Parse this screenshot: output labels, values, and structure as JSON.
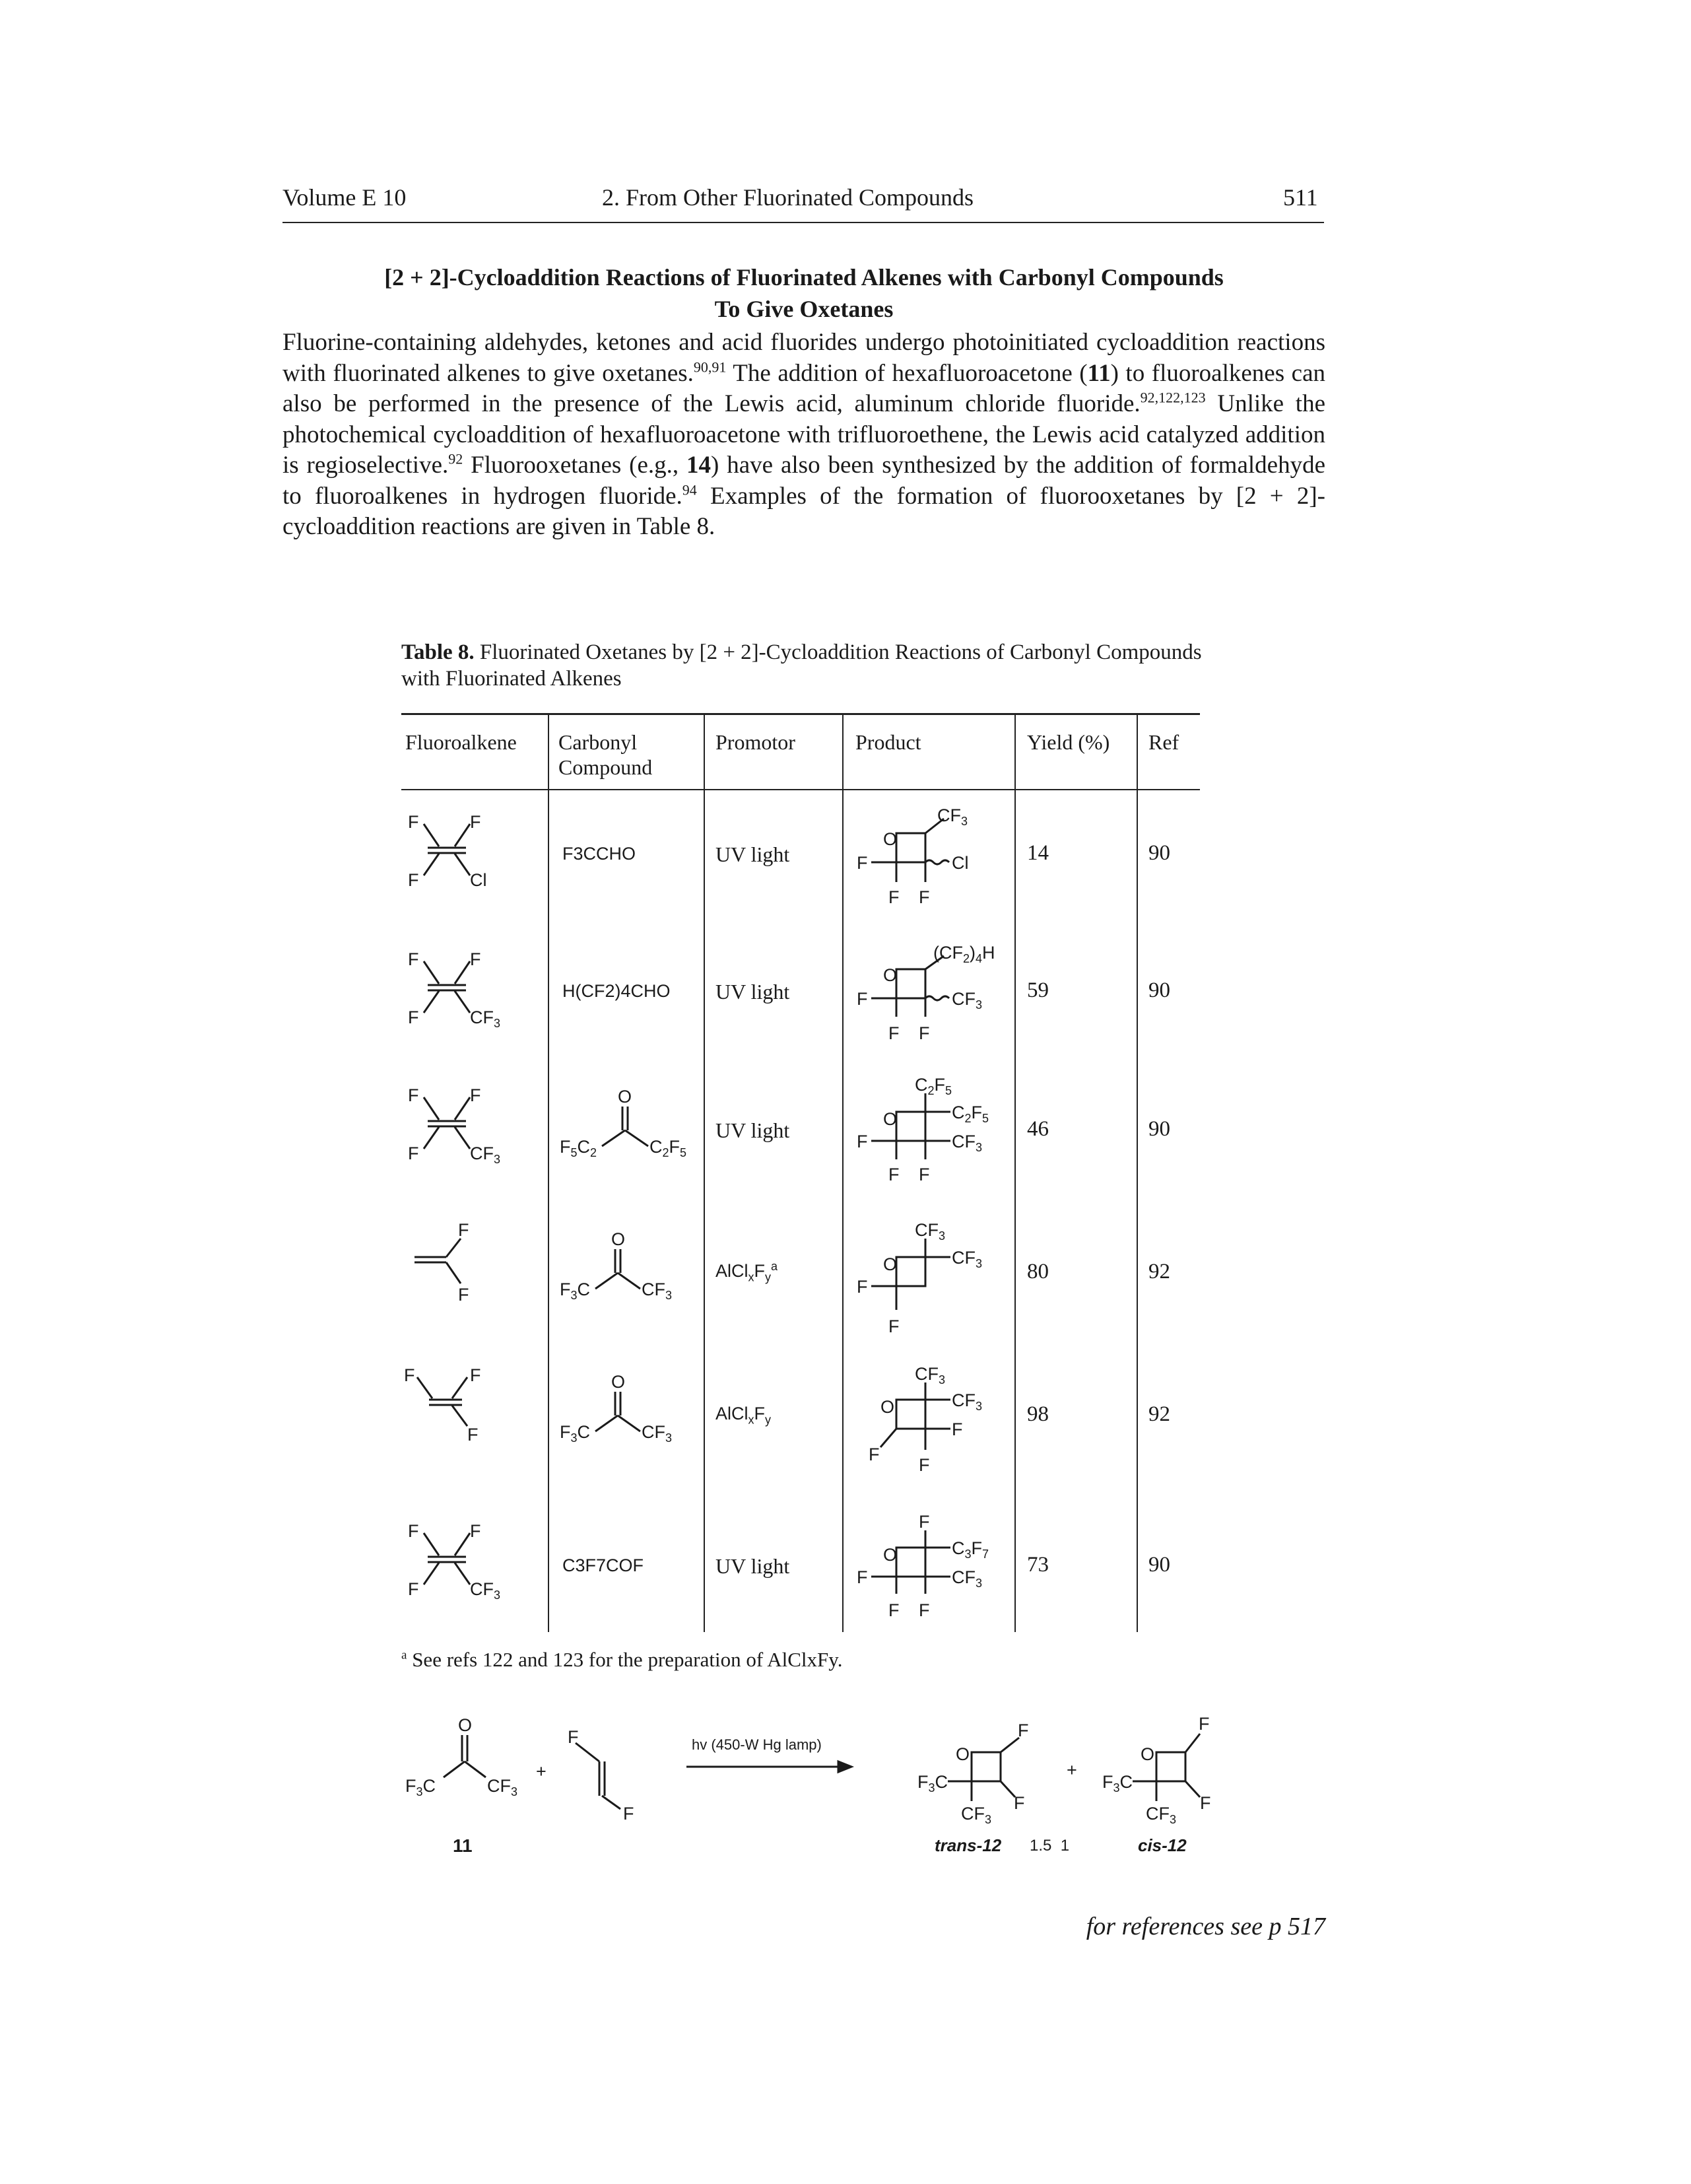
{
  "header": {
    "volume": "Volume E 10",
    "section": "2. From Other Fluorinated Compounds",
    "page_number": "511"
  },
  "heading": {
    "line1": "[2 + 2]-Cycloaddition Reactions of Fluorinated Alkenes with Carbonyl Compounds",
    "line2": "To Give Oxetanes"
  },
  "body": {
    "p1": "Fluorine-containing aldehydes, ketones and acid fluorides undergo photoinitiated cycloaddition reactions with fluorinated alkenes to give oxetanes.",
    "r1": "90,91",
    "p2": " The addition of hexafluoroacetone (",
    "b1": "11",
    "p3": ") to fluoroalkenes can also be performed in the presence of the Lewis acid, aluminum chloride fluoride.",
    "r2": "92,122,123",
    "p4": " Unlike the photochemical cycloaddition of hexafluoroacetone with trifluoroethene, the Lewis acid catalyzed addition is regioselective.",
    "r3": "92",
    "p5": " Fluorooxetanes (e.g., ",
    "b2": "14",
    "p6": ") have also been synthesized by the addition of formaldehyde to fluoroalkenes in hydrogen fluoride.",
    "r4": "94",
    "p7": " Examples of the formation of fluorooxetanes by [2 + 2]-cycloaddition reactions are given in Table 8."
  },
  "table_caption": {
    "label": "Table 8.",
    "text": " Fluorinated Oxetanes by [2 + 2]-Cycloaddition Reactions of Carbonyl Compounds with Fluorinated Alkenes"
  },
  "table": {
    "headers": [
      "Fluoroalkene",
      "Carbonyl",
      "Compound",
      "Promotor",
      "Product",
      "Yield (%)",
      "Ref"
    ],
    "rows": [
      {
        "carbonyl": "F3CCHO",
        "promotor": "UV light",
        "yield": "14",
        "ref": "90"
      },
      {
        "carbonyl": "H(CF2)4CHO",
        "promotor": "UV light",
        "yield": "59",
        "ref": "90"
      },
      {
        "carbonyl": "",
        "promotor": "UV light",
        "yield": "46",
        "ref": "90"
      },
      {
        "carbonyl": "",
        "promotor": "AlClxFy",
        "yield": "80",
        "ref": "92"
      },
      {
        "carbonyl": "",
        "promotor": "AlClxFy",
        "yield": "98",
        "ref": "92"
      },
      {
        "carbonyl": "C3F7COF",
        "promotor": "UV light",
        "yield": "73",
        "ref": "90"
      }
    ]
  },
  "footnote": {
    "mark": "a",
    "text": " See refs 122 and 123 for the preparation of AlClxFy."
  },
  "scheme": {
    "reagent_label": "11",
    "conditions": "hv (450-W Hg lamp)",
    "product1_label": "trans-12",
    "ratio": "1.5  1",
    "product2_label": "cis-12"
  },
  "references_note": "for references see p 517"
}
